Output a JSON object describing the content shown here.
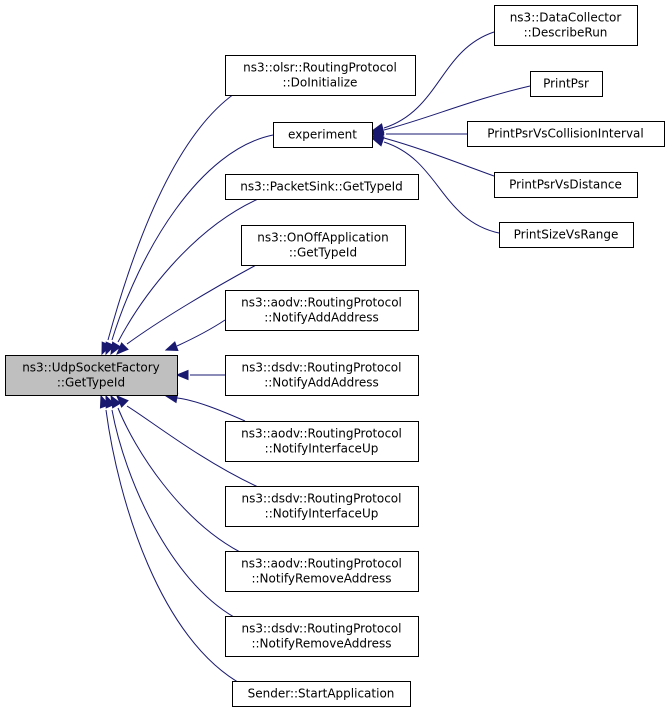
{
  "graph": {
    "edge_color": "#191970",
    "root_fill": "#bfbfbf",
    "nodes": [
      {
        "id": "n0",
        "lines": [
          "ns3::UdpSocketFactory",
          "::GetTypeId"
        ],
        "root": true
      },
      {
        "id": "n1",
        "lines": [
          "ns3::olsr::RoutingProtocol",
          "::DoInitialize"
        ]
      },
      {
        "id": "n2",
        "lines": [
          "experiment"
        ]
      },
      {
        "id": "n3",
        "lines": [
          "ns3::PacketSink::GetTypeId"
        ]
      },
      {
        "id": "n4",
        "lines": [
          "ns3::OnOffApplication",
          "::GetTypeId"
        ]
      },
      {
        "id": "n5",
        "lines": [
          "ns3::aodv::RoutingProtocol",
          "::NotifyAddAddress"
        ]
      },
      {
        "id": "n6",
        "lines": [
          "ns3::dsdv::RoutingProtocol",
          "::NotifyAddAddress"
        ]
      },
      {
        "id": "n7",
        "lines": [
          "ns3::aodv::RoutingProtocol",
          "::NotifyInterfaceUp"
        ]
      },
      {
        "id": "n8",
        "lines": [
          "ns3::dsdv::RoutingProtocol",
          "::NotifyInterfaceUp"
        ]
      },
      {
        "id": "n9",
        "lines": [
          "ns3::aodv::RoutingProtocol",
          "::NotifyRemoveAddress"
        ]
      },
      {
        "id": "n10",
        "lines": [
          "ns3::dsdv::RoutingProtocol",
          "::NotifyRemoveAddress"
        ]
      },
      {
        "id": "n11",
        "lines": [
          "Sender::StartApplication"
        ]
      },
      {
        "id": "n12",
        "lines": [
          "ns3::DataCollector",
          "::DescribeRun"
        ]
      },
      {
        "id": "n13",
        "lines": [
          "PrintPsr"
        ]
      },
      {
        "id": "n14",
        "lines": [
          "PrintPsrVsCollisionInterval"
        ]
      },
      {
        "id": "n15",
        "lines": [
          "PrintPsrVsDistance"
        ]
      },
      {
        "id": "n16",
        "lines": [
          "PrintSizeVsRange"
        ]
      }
    ],
    "edges": [
      {
        "from": "n1",
        "to": "n0"
      },
      {
        "from": "n2",
        "to": "n0"
      },
      {
        "from": "n3",
        "to": "n0"
      },
      {
        "from": "n4",
        "to": "n0"
      },
      {
        "from": "n5",
        "to": "n0"
      },
      {
        "from": "n6",
        "to": "n0"
      },
      {
        "from": "n7",
        "to": "n0"
      },
      {
        "from": "n8",
        "to": "n0"
      },
      {
        "from": "n9",
        "to": "n0"
      },
      {
        "from": "n10",
        "to": "n0"
      },
      {
        "from": "n11",
        "to": "n0"
      },
      {
        "from": "n12",
        "to": "n2"
      },
      {
        "from": "n13",
        "to": "n2"
      },
      {
        "from": "n14",
        "to": "n2"
      },
      {
        "from": "n15",
        "to": "n2"
      },
      {
        "from": "n16",
        "to": "n2"
      }
    ]
  }
}
